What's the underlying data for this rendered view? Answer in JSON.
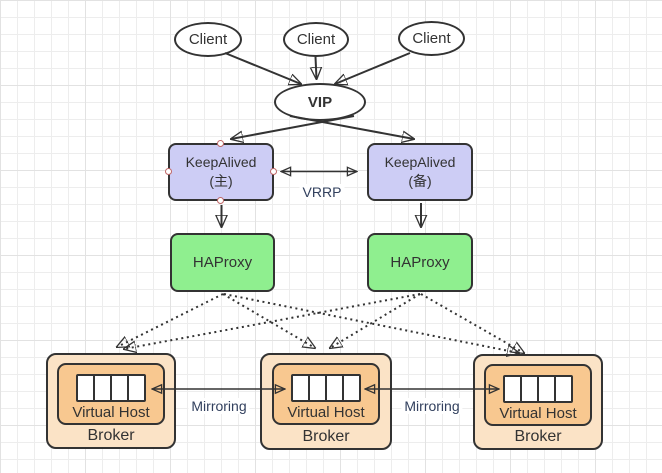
{
  "diagram": {
    "clients": [
      {
        "label": "Client"
      },
      {
        "label": "Client"
      },
      {
        "label": "Client"
      }
    ],
    "vip": {
      "label": "VIP"
    },
    "keepalived": [
      {
        "title": "KeepAlived",
        "subtitle": "(主)"
      },
      {
        "title": "KeepAlived",
        "subtitle": "(备)"
      }
    ],
    "haproxy": [
      {
        "label": "HAProxy"
      },
      {
        "label": "HAProxy"
      }
    ],
    "brokers": [
      {
        "virtual_host_label": "Virtual Host",
        "broker_label": "Broker",
        "queue_cells": 4
      },
      {
        "virtual_host_label": "Virtual Host",
        "broker_label": "Broker",
        "queue_cells": 4
      },
      {
        "virtual_host_label": "Virtual Host",
        "broker_label": "Broker",
        "queue_cells": 4
      }
    ],
    "edge_labels": {
      "vrrp": "VRRP",
      "mirroring_1": "Mirroring",
      "mirroring_2": "Mirroring"
    },
    "colors": {
      "keepalived_fill": "#cdcdf5",
      "haproxy_fill": "#8fef8f",
      "broker_outer_fill": "#fbe3c6",
      "broker_inner_fill": "#f8c890",
      "stroke": "#333333",
      "node_text": "#333333",
      "label_text": "#32405e",
      "connection_point": "#c06868",
      "queue_fill": "#ffffff"
    }
  }
}
